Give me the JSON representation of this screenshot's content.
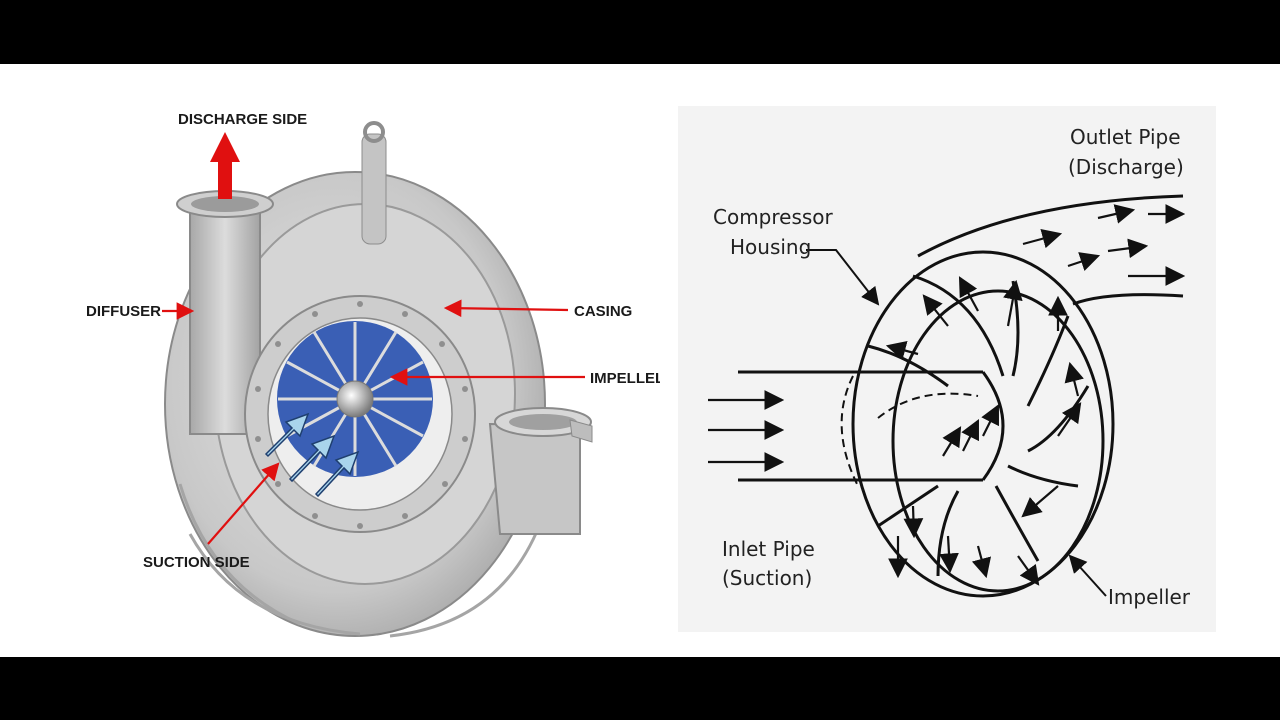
{
  "left_diagram": {
    "labels": {
      "discharge": "DISCHARGE SIDE",
      "diffuser": "DIFFUSER",
      "casing": "CASING",
      "impeller": "IMPELLEL",
      "suction": "SUCTION SIDE"
    },
    "colors": {
      "arrow_red": "#e01010",
      "casing_gray": "#c9c9c9",
      "impeller_blue": "#2a55b0",
      "flow_arrow": "#a9d4ec"
    }
  },
  "right_diagram": {
    "labels": {
      "outlet_line1": "Outlet Pipe",
      "outlet_line2": "(Discharge)",
      "housing_line1": "Compressor",
      "housing_line2": "Housing",
      "inlet_line1": "Inlet Pipe",
      "inlet_line2": "(Suction)",
      "impeller": "Impeller"
    }
  }
}
